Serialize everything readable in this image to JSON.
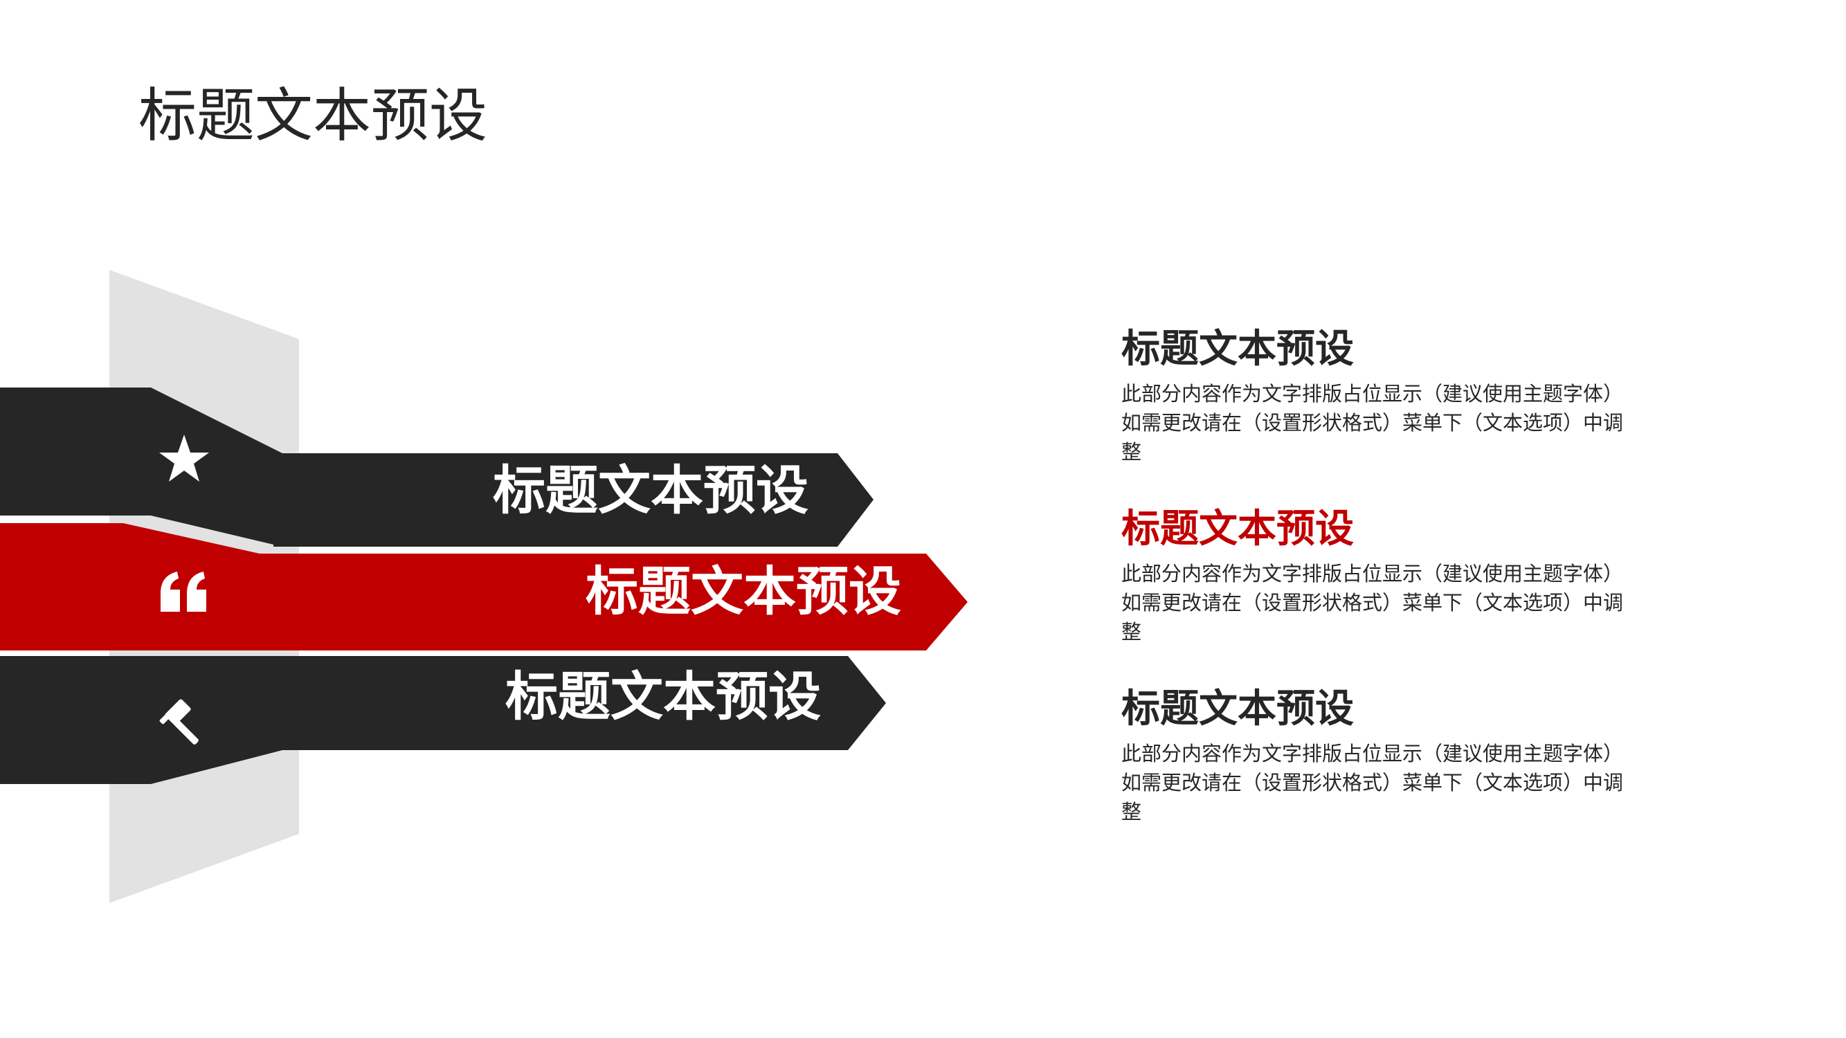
{
  "title": "标题文本预设",
  "colors": {
    "dark": "#262626",
    "accent": "#c00000",
    "panel": "#e2e2e2",
    "text_on_ribbon": "#ffffff"
  },
  "ribbons": [
    {
      "label": "标题文本预设",
      "icon": "star-icon",
      "color": "dark"
    },
    {
      "label": "标题文本预设",
      "icon": "quote-icon",
      "color": "accent"
    },
    {
      "label": "标题文本预设",
      "icon": "gavel-icon",
      "color": "dark"
    }
  ],
  "items": [
    {
      "title": "标题文本预设",
      "line1": "此部分内容作为文字排版占位显示（建议使用主题字体）",
      "line2": "如需更改请在（设置形状格式）菜单下（文本选项）中调",
      "line3": "整"
    },
    {
      "title": "标题文本预设",
      "line1": "此部分内容作为文字排版占位显示（建议使用主题字体）",
      "line2": "如需更改请在（设置形状格式）菜单下（文本选项）中调",
      "line3": "整"
    },
    {
      "title": "标题文本预设",
      "line1": "此部分内容作为文字排版占位显示（建议使用主题字体）",
      "line2": "如需更改请在（设置形状格式）菜单下（文本选项）中调",
      "line3": "整"
    }
  ]
}
